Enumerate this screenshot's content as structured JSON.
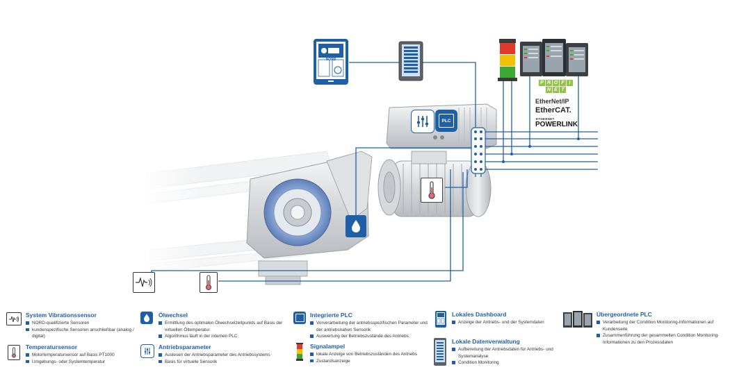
{
  "colors": {
    "accent": "#1f5fa8",
    "line": "#1f5fa8",
    "text": "#333333",
    "signal_red": "#e03a2f",
    "signal_yellow": "#f2c200",
    "signal_green": "#3aaa35",
    "profinet_green": "#8dc63f"
  },
  "devices": {
    "tablet_brand": "NORD",
    "plc_badge": "PLC"
  },
  "fieldbus": {
    "profinet_top": [
      "P",
      "R",
      "O",
      "F",
      "I"
    ],
    "profinet_bottom": [
      "N",
      "E",
      "T"
    ],
    "ethernet_ip": "EtherNet/IP",
    "ethercat": "EtherCAT.",
    "powerlink_small": "ETHERNET",
    "powerlink": "POWERLINK"
  },
  "legend": [
    {
      "id": "vibration",
      "icon": "vibration-sensor-icon",
      "title": "System Vibrationssensor",
      "items": [
        "NORD-qualifizierte Sensoren",
        "kundenspezifische Sensoren anschließbar (analog / digital)"
      ]
    },
    {
      "id": "temperature",
      "icon": "thermometer-icon",
      "title": "Temperatursensor",
      "items": [
        "Motortemperatursensor auf Basis PT1000",
        "Umgebungs- oder Systemtemperatur"
      ]
    },
    {
      "id": "oil",
      "icon": "oil-drop-icon",
      "title": "Ölwechsel",
      "items": [
        "Ermittlung des optimalen Ölwechselzeitpunkts auf Basis der virtuellen Öltemperatur",
        "Algorithmus läuft in der internen PLC"
      ]
    },
    {
      "id": "drive-params",
      "icon": "drive-parameters-icon",
      "title": "Antriebsparameter",
      "items": [
        "Auslesen der Antriebsparameter des Antriebssystems",
        "Basis für virtuelle Sensorik"
      ]
    },
    {
      "id": "plc",
      "icon": "plc-icon",
      "title": "Integrierte PLC",
      "items": [
        "Vorverarbeitung der antriebsspezifischen Parameter und der antriebsnahen Sensorik",
        "Auswertung der Betriebszustände des Antriebs"
      ]
    },
    {
      "id": "signal",
      "icon": "signal-tower-icon",
      "title": "Signalampel",
      "items": [
        "lokale Anzeige von Betriebszuständen des Antriebs",
        "Zustandsanzeige"
      ]
    },
    {
      "id": "dashboard",
      "icon": "tablet-dashboard-icon",
      "title": "Lokales Dashboard",
      "items": [
        "Anzeige der Antriebs- und der Systemdaten"
      ]
    },
    {
      "id": "datalog",
      "icon": "data-log-icon",
      "title": "Lokale Datenverwaltung",
      "items": [
        "Aufbereitung der Antriebsdaten für Antriebs- und Systemanalyse",
        "Condition Monitoring"
      ]
    },
    {
      "id": "superior-plc",
      "icon": "control-cabinet-icon",
      "title": "Übergeordnete PLC",
      "items": [
        "Verarbeitung der Condition Monitoring-Informationen auf Kundenseite",
        "Zusammenführung der gesammelten Condition Monitoring-Informationen zu den Prozessdaten"
      ]
    }
  ]
}
